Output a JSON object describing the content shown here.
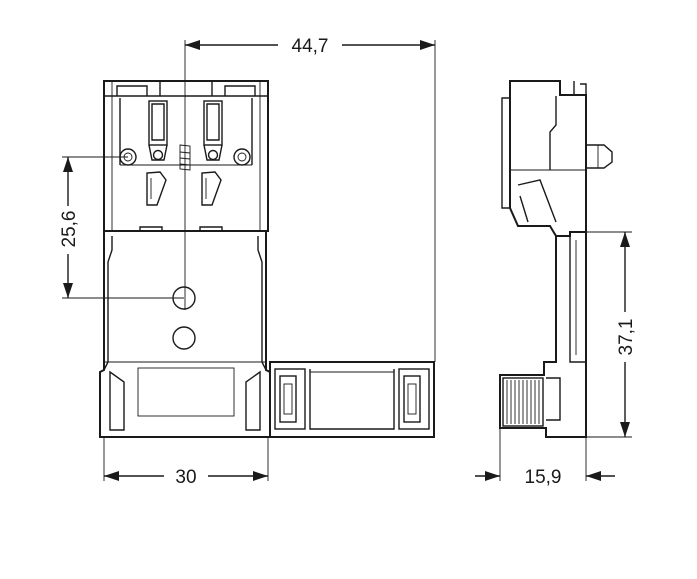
{
  "dimensions": {
    "overall_width": "44,7",
    "center_height": "25,6",
    "base_width": "30",
    "side_depth": "15,9",
    "side_height": "37,1"
  },
  "colors": {
    "line": "#1a1a1a",
    "background": "#ffffff"
  }
}
